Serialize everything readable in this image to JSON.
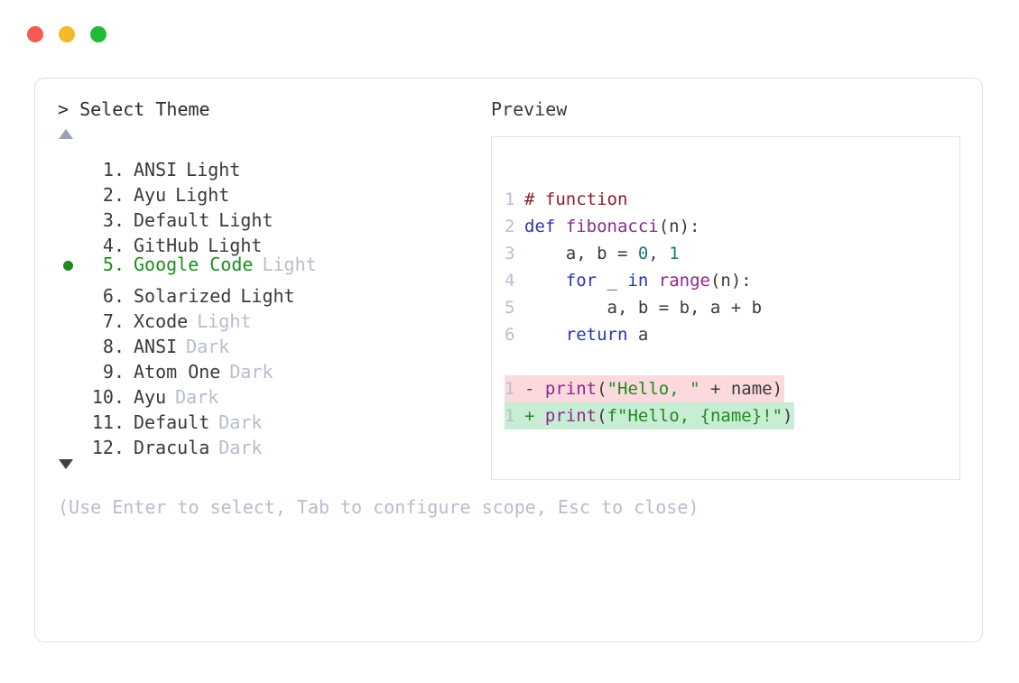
{
  "window": {
    "traffic_lights": [
      {
        "name": "close",
        "color": "#f25c54"
      },
      {
        "name": "minimize",
        "color": "#f5b927"
      },
      {
        "name": "maximize",
        "color": "#22bb38"
      }
    ]
  },
  "prompt": {
    "heading": "> Select Theme",
    "scroll_up_indicator": "▲",
    "scroll_down_indicator": "▼",
    "hint": "(Use Enter to select, Tab to configure scope, Esc to close)"
  },
  "themes": [
    {
      "index": " 1.",
      "name": "ANSI",
      "variant": "Light",
      "variant_muted": false,
      "selected": false
    },
    {
      "index": " 2.",
      "name": "Ayu",
      "variant": "Light",
      "variant_muted": false,
      "selected": false
    },
    {
      "index": " 3.",
      "name": "Default",
      "variant": "Light",
      "variant_muted": false,
      "selected": false
    },
    {
      "index": " 4.",
      "name": "GitHub",
      "variant": "Light",
      "variant_muted": false,
      "selected": false
    },
    {
      "index": " 5.",
      "name": "Google Code",
      "variant": "Light",
      "variant_muted": true,
      "selected": true
    },
    {
      "index": " 6.",
      "name": "Solarized",
      "variant": "Light",
      "variant_muted": false,
      "selected": false
    },
    {
      "index": " 7.",
      "name": "Xcode",
      "variant": "Light",
      "variant_muted": true,
      "selected": false
    },
    {
      "index": " 8.",
      "name": "ANSI",
      "variant": "Dark",
      "variant_muted": true,
      "selected": false
    },
    {
      "index": " 9.",
      "name": "Atom One",
      "variant": "Dark",
      "variant_muted": true,
      "selected": false
    },
    {
      "index": "10.",
      "name": "Ayu",
      "variant": "Dark",
      "variant_muted": true,
      "selected": false
    },
    {
      "index": "11.",
      "name": "Default",
      "variant": "Dark",
      "variant_muted": true,
      "selected": false
    },
    {
      "index": "12.",
      "name": "Dracula",
      "variant": "Dark",
      "variant_muted": true,
      "selected": false
    }
  ],
  "preview": {
    "title": "Preview",
    "code_lines": [
      {
        "gutter": "1",
        "tokens": [
          {
            "t": "# function",
            "c": "comment"
          }
        ]
      },
      {
        "gutter": "2",
        "tokens": [
          {
            "t": "def ",
            "c": "keyword"
          },
          {
            "t": "fibonacci",
            "c": "func"
          },
          {
            "t": "(n):",
            "c": "plain"
          }
        ]
      },
      {
        "gutter": "3",
        "tokens": [
          {
            "t": "    a, b = ",
            "c": "plain"
          },
          {
            "t": "0",
            "c": "number"
          },
          {
            "t": ", ",
            "c": "plain"
          },
          {
            "t": "1",
            "c": "number"
          }
        ]
      },
      {
        "gutter": "4",
        "tokens": [
          {
            "t": "    ",
            "c": "plain"
          },
          {
            "t": "for",
            "c": "keyword"
          },
          {
            "t": " _ ",
            "c": "plain"
          },
          {
            "t": "in",
            "c": "keyword"
          },
          {
            "t": " ",
            "c": "plain"
          },
          {
            "t": "range",
            "c": "func"
          },
          {
            "t": "(n):",
            "c": "plain"
          }
        ]
      },
      {
        "gutter": "5",
        "tokens": [
          {
            "t": "        a, b = b, a + b",
            "c": "plain"
          }
        ]
      },
      {
        "gutter": "6",
        "tokens": [
          {
            "t": "    ",
            "c": "plain"
          },
          {
            "t": "return",
            "c": "keyword"
          },
          {
            "t": " a",
            "c": "plain"
          }
        ]
      }
    ],
    "diff_lines": [
      {
        "gutter": "1",
        "kind": "del",
        "marker": "-",
        "tokens": [
          {
            "t": " ",
            "c": "plain"
          },
          {
            "t": "print",
            "c": "func"
          },
          {
            "t": "(",
            "c": "plain"
          },
          {
            "t": "\"Hello, \"",
            "c": "string"
          },
          {
            "t": " + name)",
            "c": "plain"
          }
        ]
      },
      {
        "gutter": "1",
        "kind": "add",
        "marker": "+",
        "tokens": [
          {
            "t": " ",
            "c": "plain"
          },
          {
            "t": "print",
            "c": "func"
          },
          {
            "t": "(",
            "c": "plain"
          },
          {
            "t": "f\"Hello, {name}!\"",
            "c": "string"
          },
          {
            "t": ")",
            "c": "plain"
          }
        ]
      }
    ]
  },
  "colors": {
    "accent_green": "#1f8b1f",
    "muted": "#b6bdcc",
    "text": "#3a3a3a",
    "diff_del_bg": "#fbd9dd",
    "diff_add_bg": "#c9ecd5",
    "border": "#dcdfe6"
  }
}
